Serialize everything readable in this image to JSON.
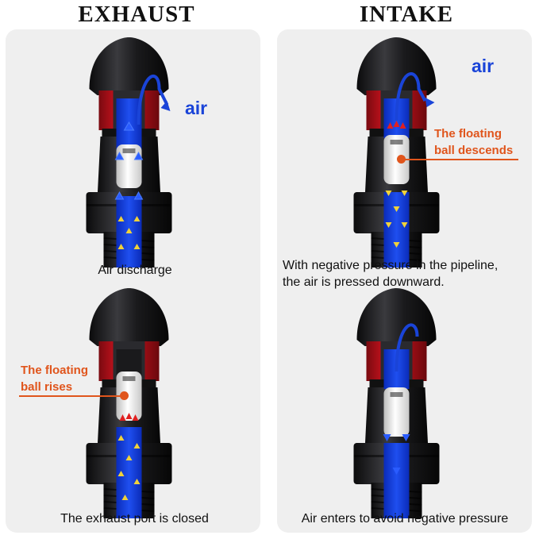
{
  "headers": {
    "exhaust": "EXHAUST",
    "intake": "INTAKE"
  },
  "panels": {
    "exhaust_top": {
      "caption": "Air discharge",
      "air_label": "air"
    },
    "exhaust_bottom": {
      "caption": "The exhaust port is closed",
      "note_line1": "The floating",
      "note_line2": "ball rises"
    },
    "intake_top": {
      "caption_line1": "With negative pressure in the pipeline,",
      "caption_line2": "the air is pressed downward.",
      "air_label": "air",
      "note_line1": "The floating",
      "note_line2": "ball descends"
    },
    "intake_bottom": {
      "caption": "Air enters to avoid negative pressure"
    }
  },
  "colors": {
    "accent_orange": "#e0551c",
    "air_blue": "#1a44d8",
    "valve_red": "#c8101a",
    "valve_body": "#1c1c1e",
    "panel_bg": "#efefef"
  }
}
